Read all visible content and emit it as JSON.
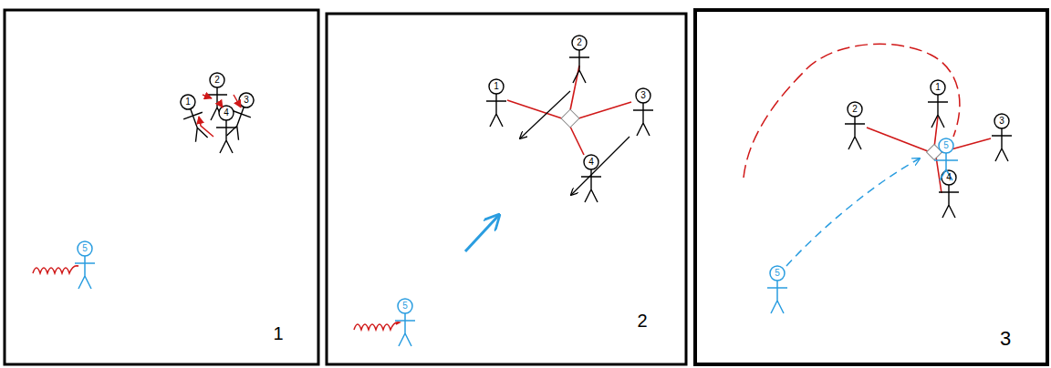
{
  "diagram": {
    "labels": [
      "1",
      "2",
      "3",
      "4",
      "5",
      "1",
      "1",
      "2",
      "3",
      "4",
      "5",
      "2",
      "2",
      "1",
      "3",
      "5",
      "4",
      "5",
      "3"
    ]
  }
}
